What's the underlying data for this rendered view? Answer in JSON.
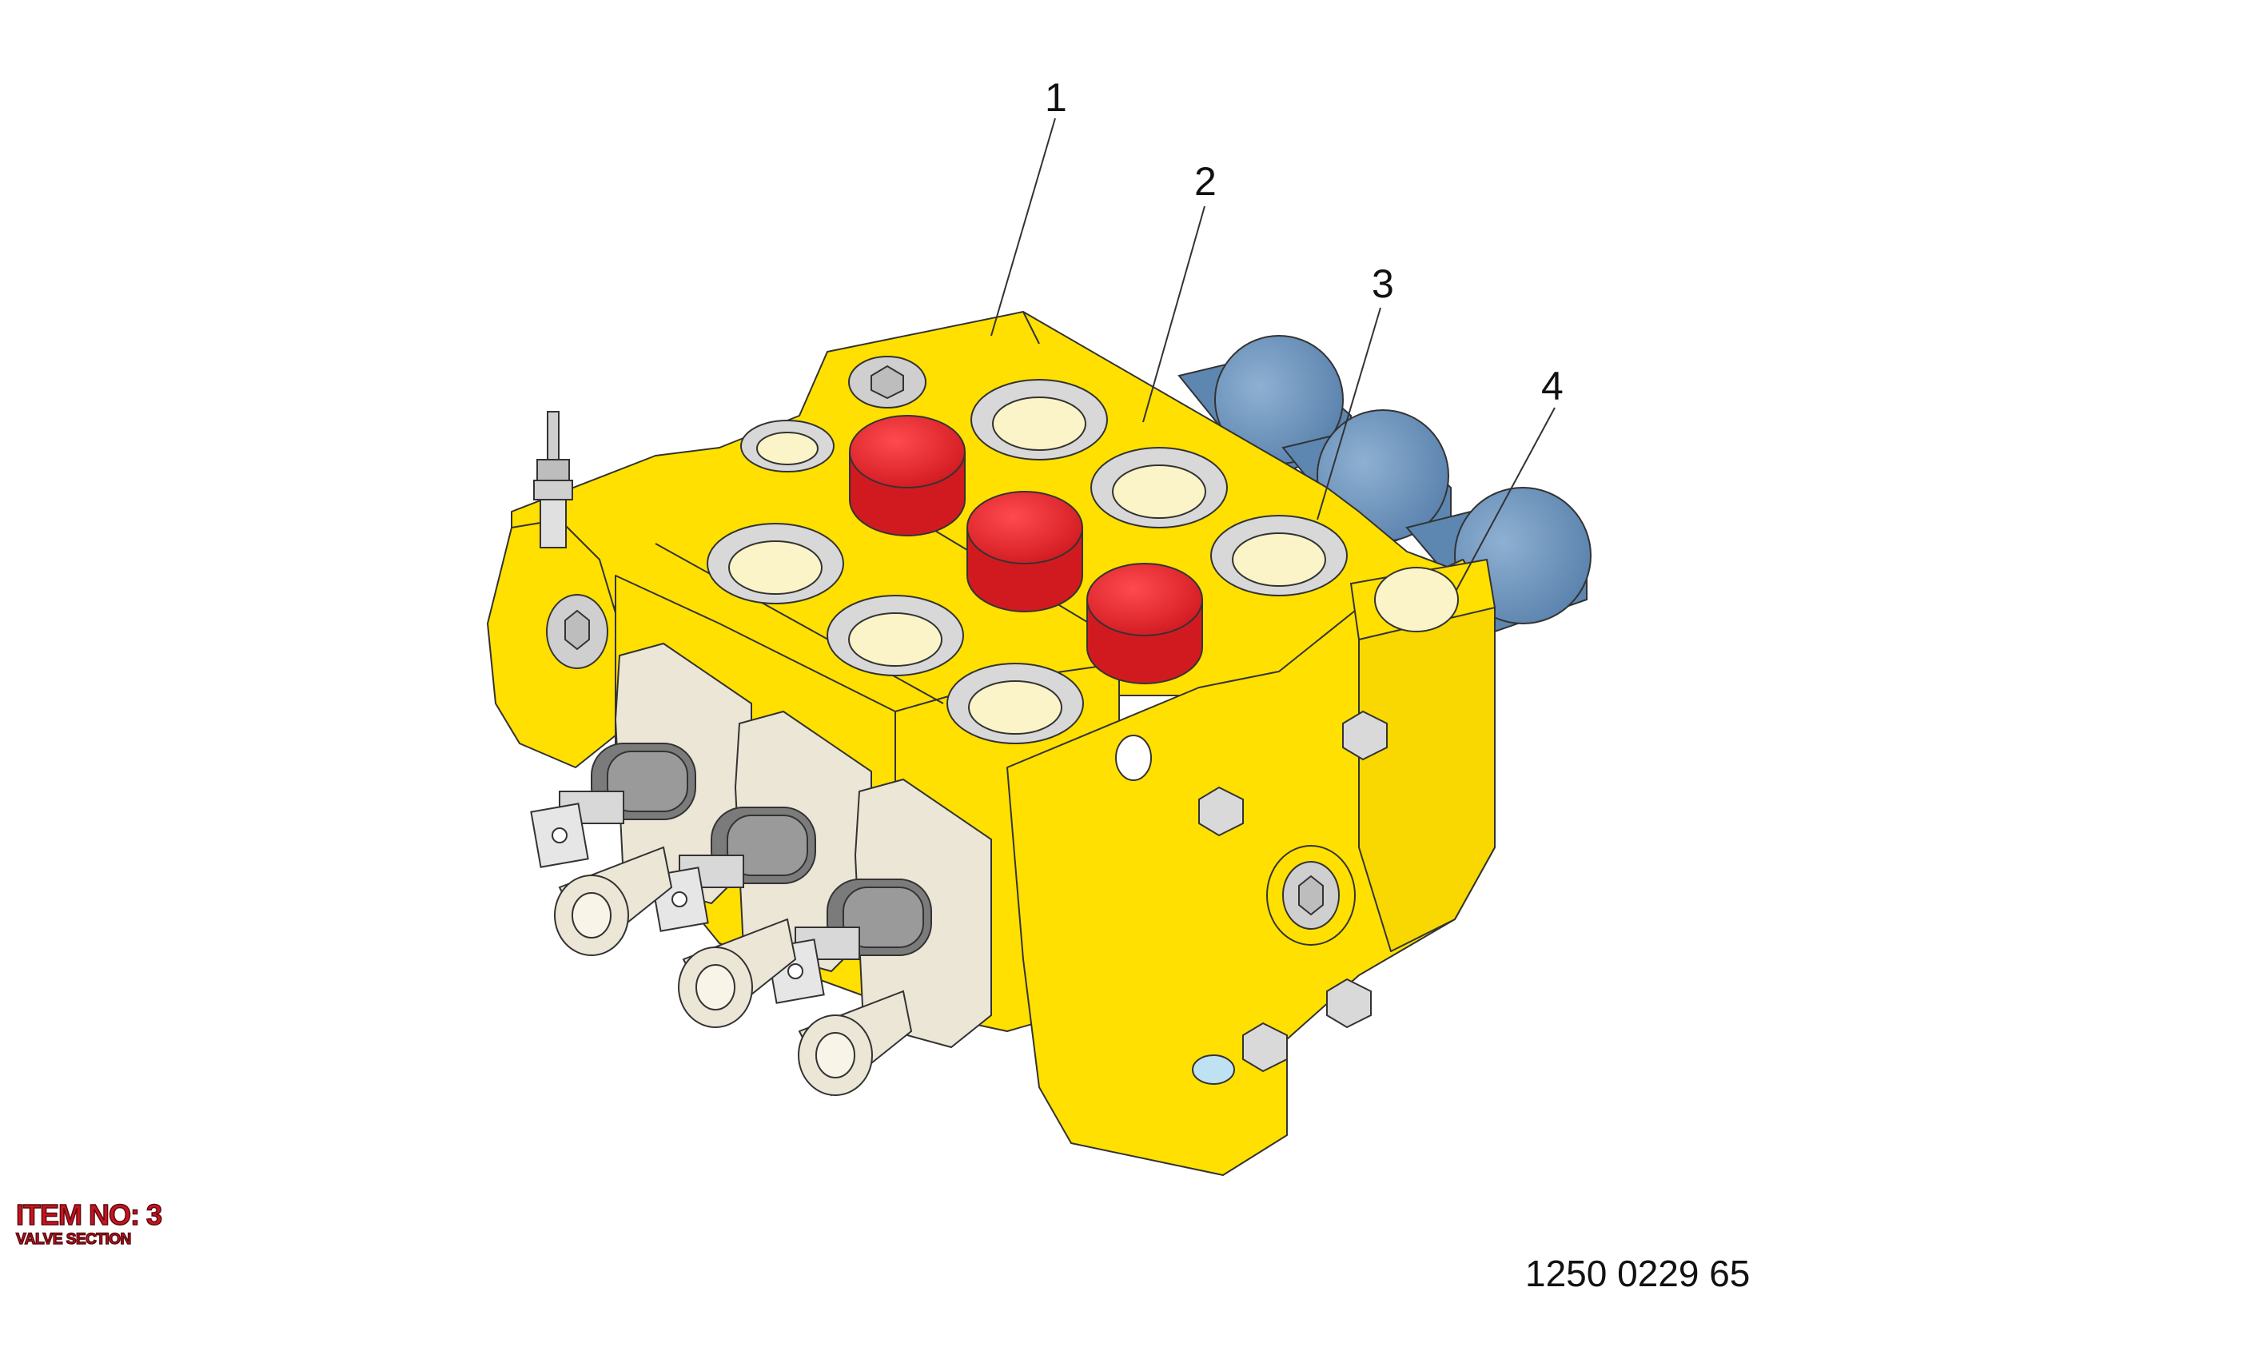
{
  "callouts": [
    {
      "label": "1"
    },
    {
      "label": "2"
    },
    {
      "label": "3"
    },
    {
      "label": "4"
    }
  ],
  "item": {
    "number_text": "ITEM NO: 3",
    "description": "VALVE SECTION"
  },
  "drawing_number": "1250 0229 65",
  "colors": {
    "body": "#FFE000",
    "cap_red": "#E31E24",
    "solenoid_blue": "#6A90B8",
    "port_cream": "#FBF4C8",
    "bracket_beige": "#ECE6D6",
    "label_red": "#C9141F"
  }
}
